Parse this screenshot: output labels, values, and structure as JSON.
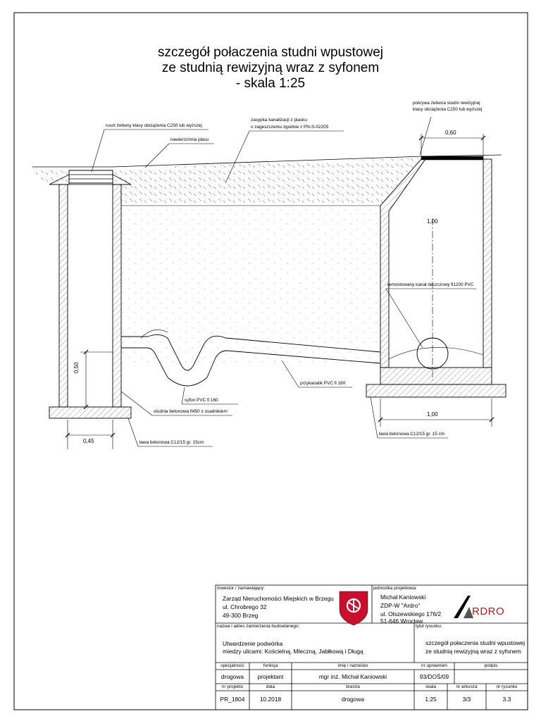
{
  "title": {
    "line1": "szczegół połaczenia studni wpustowej",
    "line2": "ze studnią rewizyjną wraz z syfonem",
    "line3": "- skala 1:25"
  },
  "annotations": {
    "grate": "ruszt żeliwny klasy obciążenia C250 lub wyższej",
    "pavement": "nawierzchnia placu",
    "backfill_1": "zasypka kanalizacji z piasku",
    "backfill_2": "o zageszczeniu zgodnie z PN-S-02205",
    "cover_1": "pokrywa żeliwna studni rewizyjnej",
    "cover_2": "klasy obciążenia C250 lub wyższej",
    "pipe_main": "remontowany kanał deszczowy fi1200 PVC",
    "connection": "przykanalik PVC fi 160",
    "siphon": "syfon PVC fi 160",
    "inlet_well": "studnia betonowa fi450 z osadnikiem",
    "bench_left": "ława betonowa C12/15 gr. 15cm",
    "bench_right": "ława betonowa C12/15 gr. 15 cm"
  },
  "dimensions": {
    "top_right": "0,60",
    "depth": "0,50",
    "width_left": "0,45",
    "width_right": "1,00",
    "pipe": "1,00"
  },
  "title_block": {
    "investor_label": "Inwestor / zamawiający:",
    "investor_name": "Zarząd Nieruchomości Miejskich w Brzegu",
    "investor_street": "ul. Chrobrego 32",
    "investor_city": "49-300 Brzeg",
    "designer_label": "jednostka projektowa:",
    "designer_person": "Michał Kaniowski",
    "designer_firm": "ZDP-W \"Ardro\"",
    "designer_street": "ul. Olszewskiego 176/2",
    "designer_city": "51-646 Wrocław",
    "logo_text": "RDRO",
    "project_label": "nazwa i adres zamierzenia budowlanego:",
    "project_line1": "Utwardzenie podwórka",
    "project_line2": "miedzy ulicami: Kościelną, Mleczną, Jabłkową i Długą",
    "drawing_label": "tytuł rysunku:",
    "drawing_line1": "szczegół połaczenia studni wpustowej",
    "drawing_line2": "ze studnią rewizyjną wraz z syfonem",
    "headers_row1": {
      "specialty": "specjalność",
      "function": "funkcja",
      "name": "imię i nazwisko",
      "license": "nr uprawnień",
      "signature": "podpis"
    },
    "values_row1": {
      "specialty": "drogowa",
      "function": "projektant",
      "name": "mgr inż. Michał Kaniowski",
      "license": "93/DOŚ/09",
      "signature": ""
    },
    "headers_row2": {
      "project_no": "nr projektu",
      "date": "data",
      "branch": "branża",
      "scale": "skala",
      "sheet": "nr arkusza",
      "drawing_no": "nr rysunku"
    },
    "values_row2": {
      "project_no": "PR_1804",
      "date": "10.2018",
      "branch": "drogowa",
      "scale": "1:25",
      "sheet": "3/3",
      "drawing_no": "3.3"
    }
  },
  "colors": {
    "line": "#000000",
    "hatch": "#555555",
    "logo_red": "#c8102e",
    "logo_text": "#b01b1b"
  }
}
